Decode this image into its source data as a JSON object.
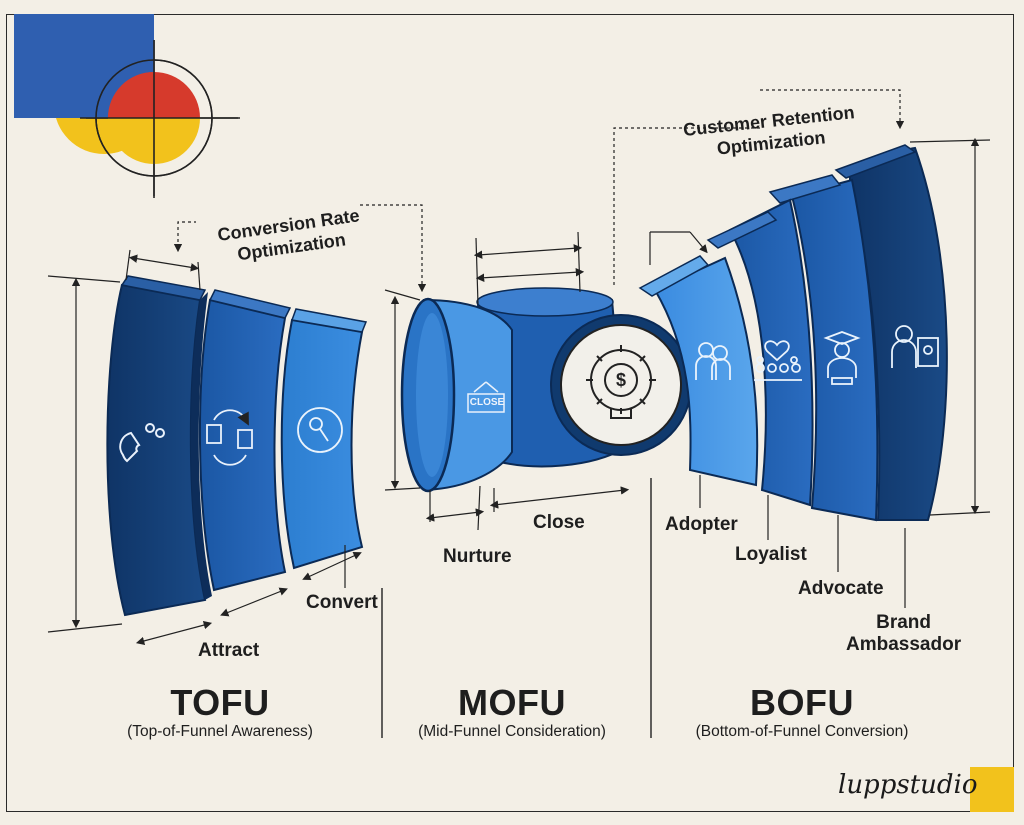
{
  "optimizations": {
    "conversion": "Conversion Rate\nOptimization",
    "retention": "Customer Retention\nOptimization"
  },
  "tofu": {
    "heading": "TOFU",
    "subheading": "(Top-of-Funnel Awareness)",
    "stages": [
      "Attract",
      "Convert"
    ]
  },
  "mofu": {
    "heading": "MOFU",
    "subheading": "(Mid-Funnel Consideration)",
    "stages": [
      "Nurture",
      "Close"
    ],
    "sign_text": "CLOSE"
  },
  "bofu": {
    "heading": "BOFU",
    "subheading": "(Bottom-of-Funnel Conversion)",
    "stages": [
      "Adopter",
      "Loyalist",
      "Advocate",
      "Brand\nAmbassador"
    ]
  },
  "brand": "luppstudio",
  "icons": [
    "magnet-icon",
    "document-exchange-icon",
    "magnifier-icon",
    "close-sign-icon",
    "gear-dollar-icon",
    "couple-icon",
    "community-heart-icon",
    "graduate-icon",
    "ambassador-icon"
  ],
  "colors": {
    "background": "#f3efe6",
    "navy": "#123a6b",
    "mid_blue": "#1d5aa8",
    "blue": "#2a78c8",
    "light_blue": "#4596e0",
    "red": "#d63a2c",
    "yellow": "#f2c21c",
    "corner_blue": "#2f5fb0"
  }
}
